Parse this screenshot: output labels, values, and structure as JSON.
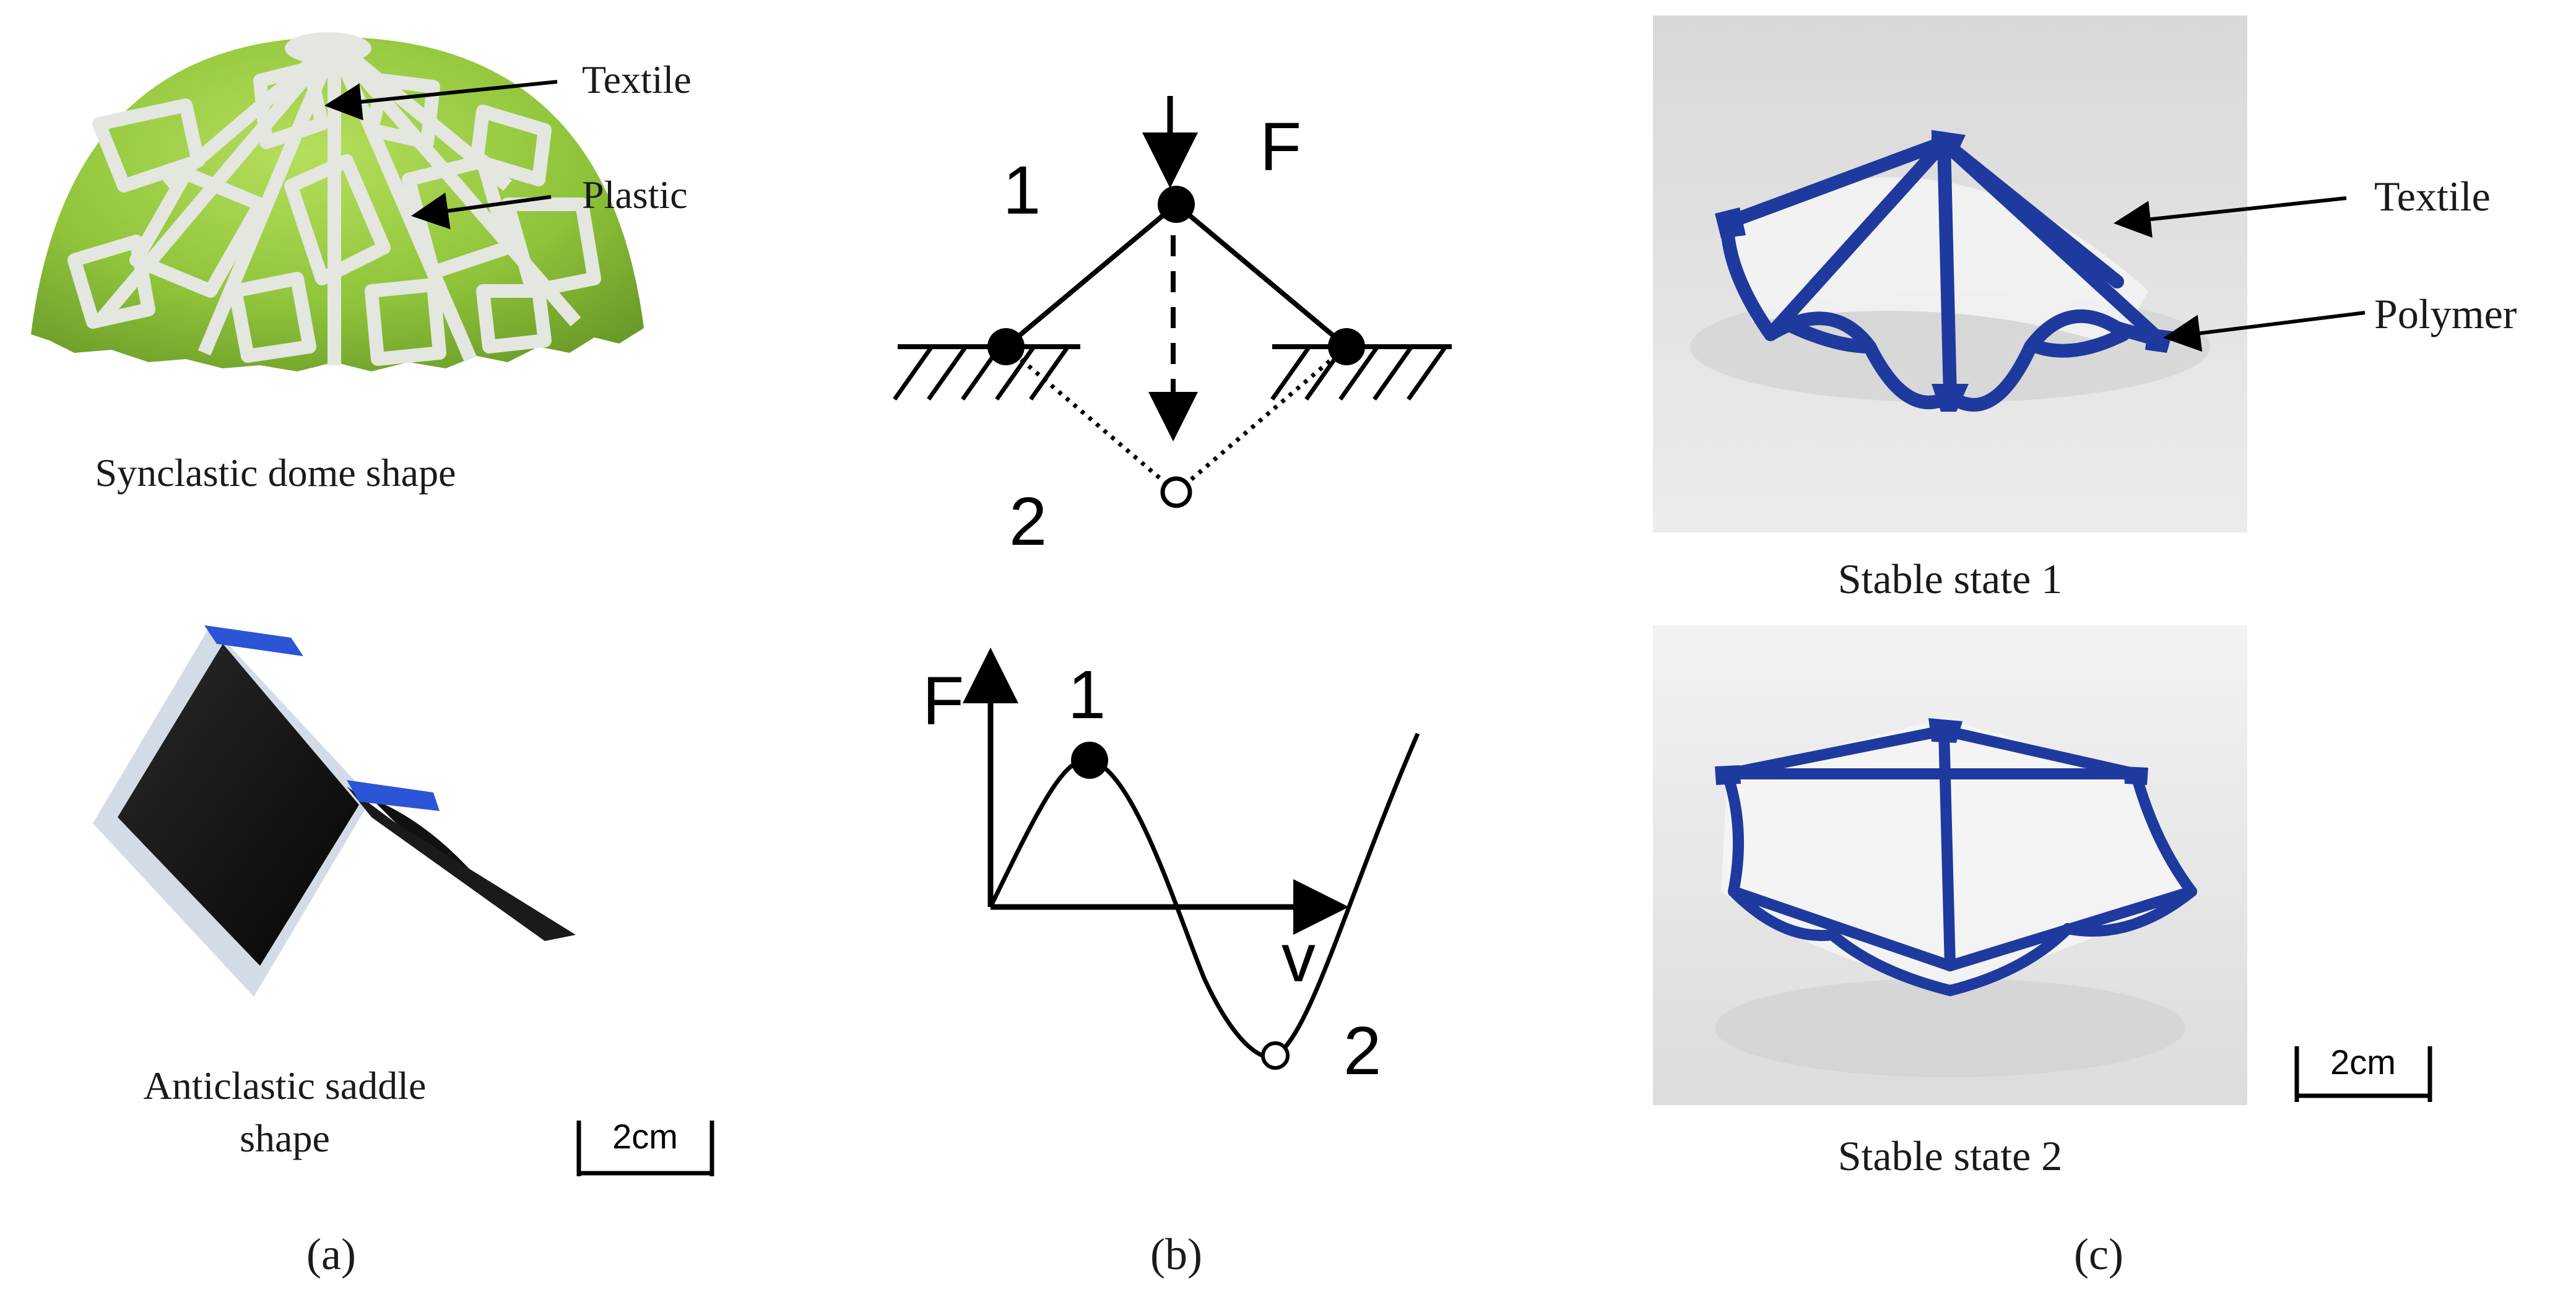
{
  "panel_a": {
    "textile_label": "Textile",
    "plastic_label": "Plastic",
    "dome_caption": "Synclastic dome shape",
    "saddle_caption_line1": "Anticlastic saddle",
    "saddle_caption_line2": "shape",
    "scale_label": "2cm",
    "panel_label": "(a)"
  },
  "panel_b": {
    "force_label": "F",
    "state1_label": "1",
    "state2_label": "2",
    "graph_y_label": "F",
    "graph_x_label": "v",
    "graph_state1_label": "1",
    "graph_state2_label": "2",
    "panel_label": "(b)"
  },
  "panel_c": {
    "textile_label": "Textile",
    "polymer_label": "Polymer",
    "state1_caption": "Stable state 1",
    "state2_caption": "Stable state 2",
    "scale_label": "2cm",
    "panel_label": "(c)"
  },
  "colors": {
    "dome_green": "#8fc43a",
    "dome_plastic": "#e4e6e0",
    "saddle_black": "#111111",
    "saddle_frame": "#cfd8e4",
    "polymer_blue": "#1f3a9e",
    "photo_bg": "#e4e4e4"
  }
}
